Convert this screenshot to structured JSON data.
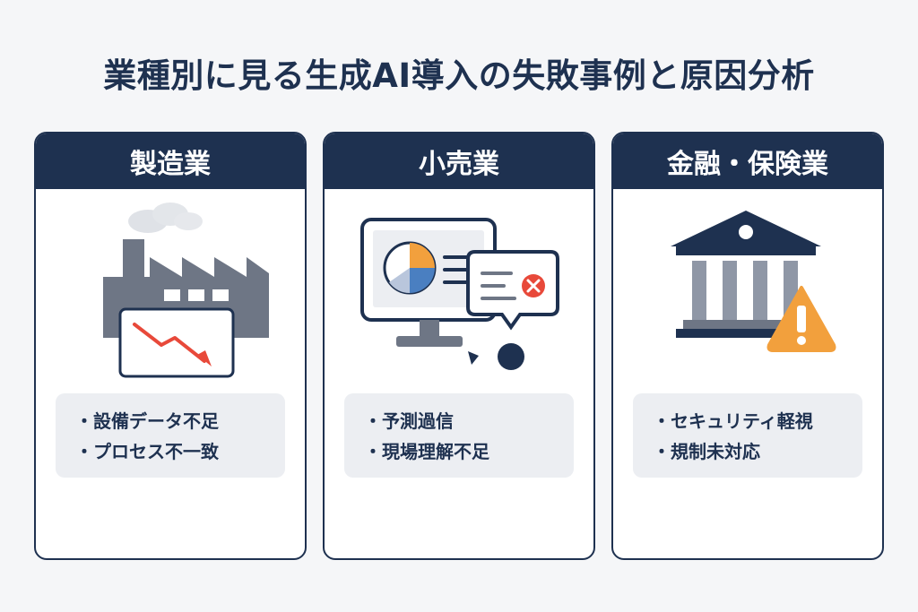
{
  "title": "業種別に見る生成AI導入の失敗事例と原因分析",
  "colors": {
    "navy": "#1e3150",
    "gray": "#6e7685",
    "red": "#e8493a",
    "orange": "#f2a03d",
    "blue": "#4a7fc1",
    "panel": "#eceef2"
  },
  "cards": [
    {
      "industry": "製造業",
      "icon": "factory-with-declining-chart-icon",
      "causes": [
        "設備データ不足",
        "プロセス不一致"
      ]
    },
    {
      "industry": "小売業",
      "icon": "monitor-with-error-bubble-icon",
      "causes": [
        "予測過信",
        "現場理解不足"
      ]
    },
    {
      "industry": "金融・保険業",
      "icon": "bank-with-warning-icon",
      "causes": [
        "セキュリティ軽視",
        "規制未対応"
      ]
    }
  ]
}
